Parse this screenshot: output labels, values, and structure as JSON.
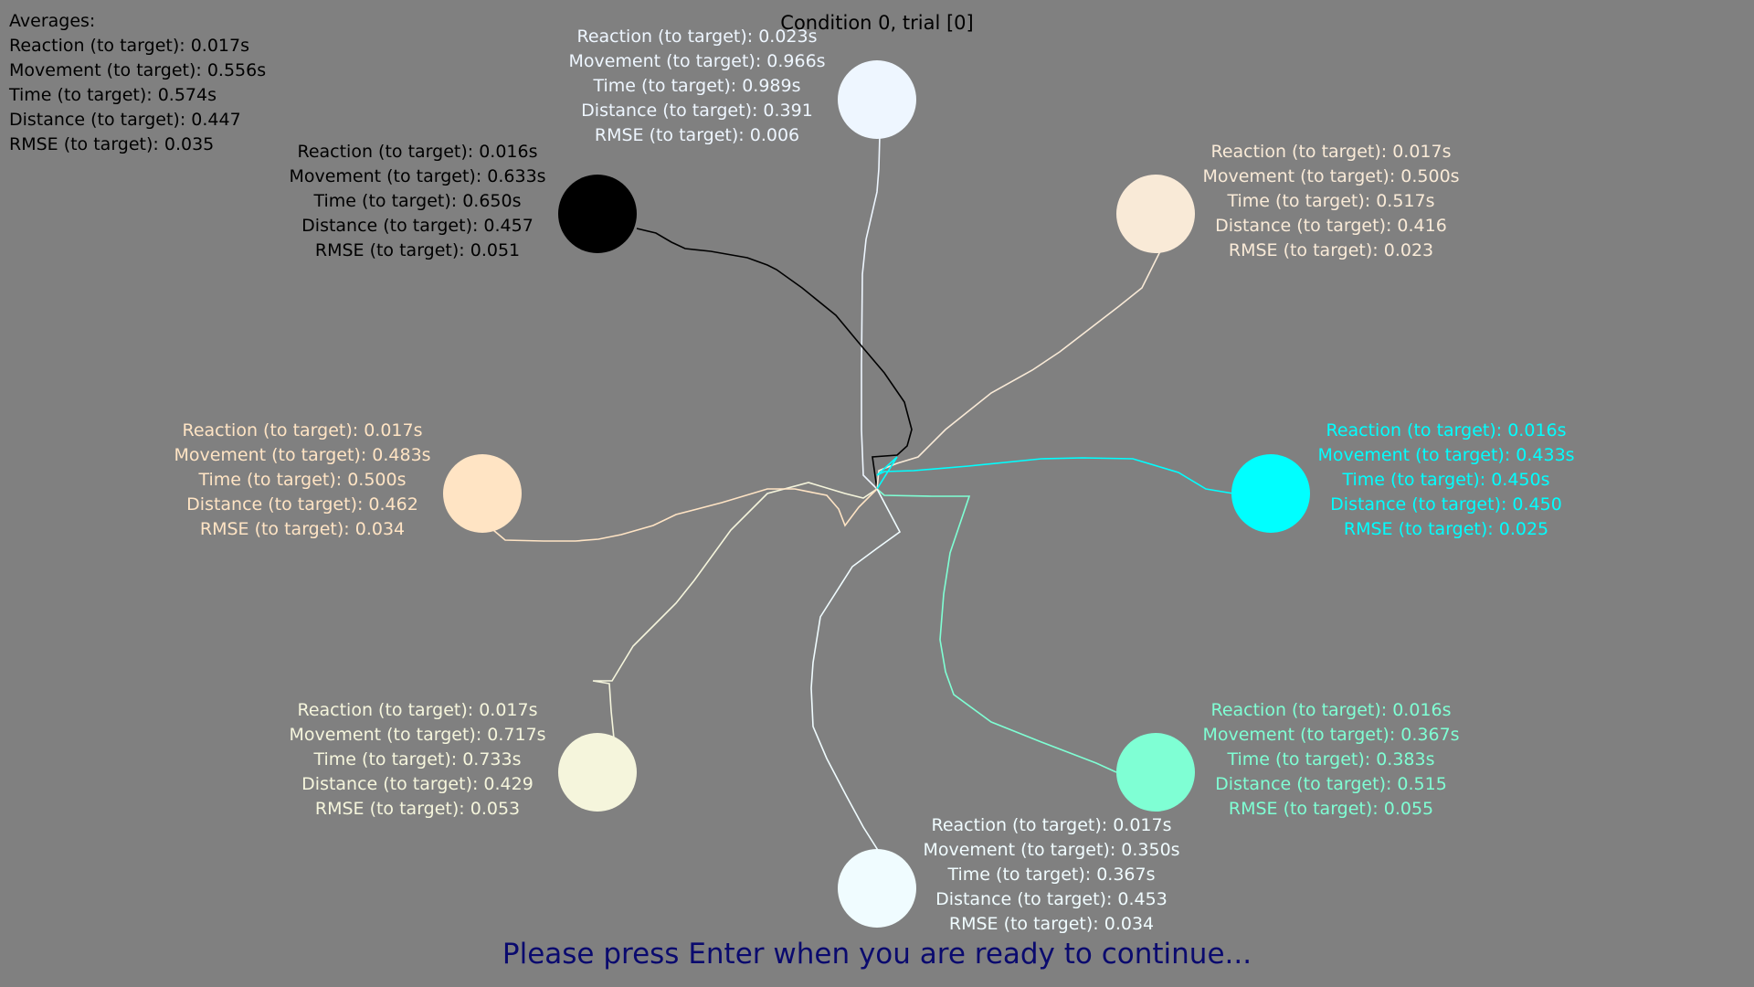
{
  "title": "Condition 0, trial [0]",
  "averages": {
    "heading": "Averages:",
    "lines": [
      "Reaction (to target):  0.017s",
      "Movement (to target):  0.556s",
      "Time (to target):  0.574s",
      "Distance (to target):  0.447",
      "RMSE (to target):  0.035"
    ]
  },
  "targets": [
    {
      "id": "top",
      "color": "#eef6ff",
      "lines": [
        "Reaction (to target):  0.023s",
        "Movement (to target):  0.966s",
        "Time (to target):  0.989s",
        "Distance (to target):  0.391",
        "RMSE (to target):  0.006"
      ]
    },
    {
      "id": "top-right",
      "color": "#f9ead7",
      "lines": [
        "Reaction (to target):  0.017s",
        "Movement (to target):  0.500s",
        "Time (to target):  0.517s",
        "Distance (to target):  0.416",
        "RMSE (to target):  0.023"
      ]
    },
    {
      "id": "right",
      "color": "#00ffff",
      "lines": [
        "Reaction (to target):  0.016s",
        "Movement (to target):  0.433s",
        "Time (to target):  0.450s",
        "Distance (to target):  0.450",
        "RMSE (to target):  0.025"
      ]
    },
    {
      "id": "bottom-right",
      "color": "#7fffd4",
      "lines": [
        "Reaction (to target):  0.016s",
        "Movement (to target):  0.367s",
        "Time (to target):  0.383s",
        "Distance (to target):  0.515",
        "RMSE (to target):  0.055"
      ]
    },
    {
      "id": "bottom",
      "color": "#f0fcff",
      "lines": [
        "Reaction (to target):  0.017s",
        "Movement (to target):  0.350s",
        "Time (to target):  0.367s",
        "Distance (to target):  0.453",
        "RMSE (to target):  0.034"
      ]
    },
    {
      "id": "bottom-left",
      "color": "#f5f5dc",
      "lines": [
        "Reaction (to target):  0.017s",
        "Movement (to target):  0.717s",
        "Time (to target):  0.733s",
        "Distance (to target):  0.429",
        "RMSE (to target):  0.053"
      ]
    },
    {
      "id": "left",
      "color": "#ffe4c4",
      "lines": [
        "Reaction (to target):  0.017s",
        "Movement (to target):  0.483s",
        "Time (to target):  0.500s",
        "Distance (to target):  0.462",
        "RMSE (to target):  0.034"
      ]
    },
    {
      "id": "top-left",
      "color": "#000000",
      "lines": [
        "Reaction (to target):  0.016s",
        "Movement (to target):  0.633s",
        "Time (to target):  0.650s",
        "Distance (to target):  0.457",
        "RMSE (to target):  0.051"
      ]
    }
  ],
  "prompt": "Please press Enter when you are ready to continue..."
}
